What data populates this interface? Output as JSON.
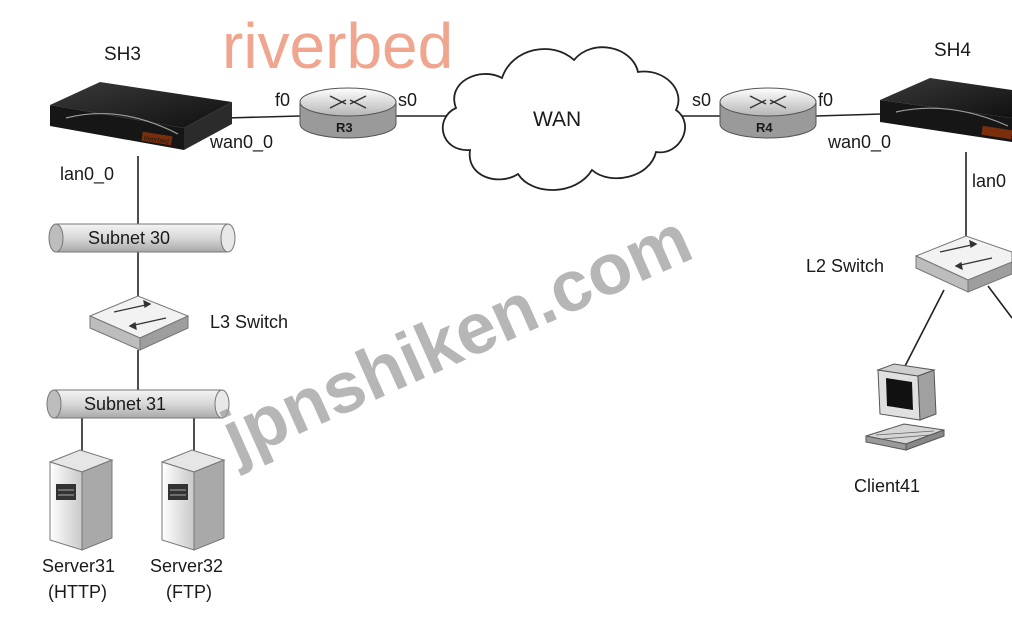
{
  "brand": {
    "logo_text": "riverbed",
    "color": "#f0a58e"
  },
  "watermark": {
    "text": "jpnshiken.com",
    "color": "#9a9a9a"
  },
  "devices": {
    "sh3": {
      "label": "SH3",
      "lan_port": "lan0_0",
      "wan_port": "wan0_0",
      "badge": "riverbed"
    },
    "sh4": {
      "label": "SH4",
      "lan_port": "lan0",
      "wan_port": "wan0_0"
    },
    "r3": {
      "label": "R3",
      "port_left": "f0",
      "port_right": "s0"
    },
    "r4": {
      "label": "R4",
      "port_left": "s0",
      "port_right": "f0"
    },
    "wan": {
      "label": "WAN"
    },
    "subnet30": {
      "label": "Subnet 30"
    },
    "subnet31": {
      "label": "Subnet 31"
    },
    "l3switch": {
      "label": "L3 Switch"
    },
    "l2switch": {
      "label": "L2 Switch"
    },
    "server31": {
      "name": "Server31",
      "service": "(HTTP)"
    },
    "server32": {
      "name": "Server32",
      "service": "(FTP)"
    },
    "client41": {
      "name": "Client41"
    }
  }
}
